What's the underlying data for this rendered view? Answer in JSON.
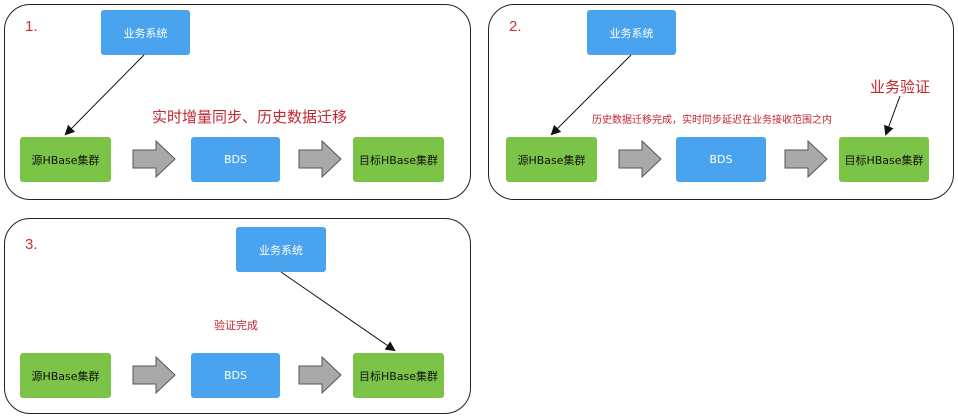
{
  "panels": [
    {
      "number": "1.",
      "top_box": "业务系统",
      "source": "源HBase集群",
      "middle": "BDS",
      "target": "目标HBase集群",
      "caption": "实时增量同步、历史数据迁移"
    },
    {
      "number": "2.",
      "top_box": "业务系统",
      "source": "源HBase集群",
      "middle": "BDS",
      "target": "目标HBase集群",
      "caption": "历史数据迁移完成，实时同步延迟在业务接收范围之内",
      "callout": "业务验证"
    },
    {
      "number": "3.",
      "top_box": "业务系统",
      "source": "源HBase集群",
      "middle": "BDS",
      "target": "目标HBase集群",
      "caption": "验证完成"
    }
  ],
  "colors": {
    "blue_box": "#4aa3ee",
    "green_box": "#7cc447",
    "accent_red": "#d0312d",
    "arrow_fill": "#a9a9a9"
  }
}
